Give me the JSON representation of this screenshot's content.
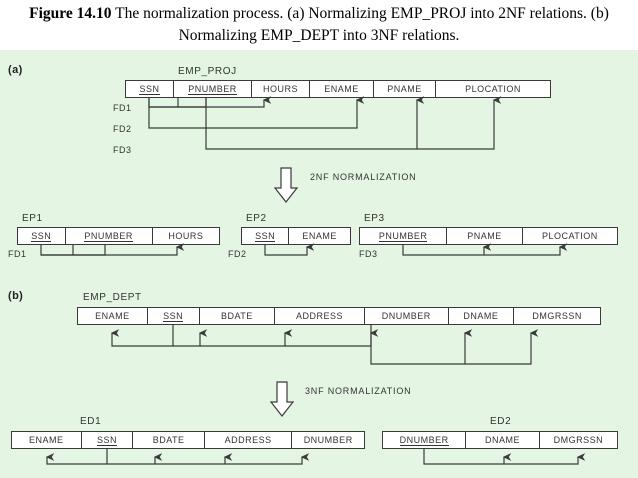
{
  "figure": {
    "number": "Figure 14.10",
    "caption": "The normalization process. (a) Normalizing EMP_PROJ into 2NF relations. (b) Normalizing EMP_DEPT into 3NF relations."
  },
  "colors": {
    "panel_background": "#e4f5e4",
    "line": "#3a3a3a",
    "text": "#333333"
  },
  "sections": [
    {
      "id": "a",
      "label": "(a)"
    },
    {
      "id": "b",
      "label": "(b)"
    }
  ],
  "normalization_steps": [
    {
      "id": "step2nf",
      "label": "2NF NORMALIZATION"
    },
    {
      "id": "step3nf",
      "label": "3NF NORMALIZATION"
    }
  ],
  "relations": {
    "emp_proj": {
      "name": "EMP_PROJ",
      "columns": [
        "SSN",
        "PNUMBER",
        "HOURS",
        "ENAME",
        "PNAME",
        "PLOCATION"
      ],
      "primary_key": [
        "SSN",
        "PNUMBER"
      ]
    },
    "ep1": {
      "name": "EP1",
      "columns": [
        "SSN",
        "PNUMBER",
        "HOURS"
      ],
      "primary_key": [
        "SSN",
        "PNUMBER"
      ]
    },
    "ep2": {
      "name": "EP2",
      "columns": [
        "SSN",
        "ENAME"
      ],
      "primary_key": [
        "SSN"
      ]
    },
    "ep3": {
      "name": "EP3",
      "columns": [
        "PNUMBER",
        "PNAME",
        "PLOCATION"
      ],
      "primary_key": [
        "PNUMBER"
      ]
    },
    "emp_dept": {
      "name": "EMP_DEPT",
      "columns": [
        "ENAME",
        "SSN",
        "BDATE",
        "ADDRESS",
        "DNUMBER",
        "DNAME",
        "DMGRSSN"
      ],
      "primary_key": [
        "SSN"
      ]
    },
    "ed1": {
      "name": "ED1",
      "columns": [
        "ENAME",
        "SSN",
        "BDATE",
        "ADDRESS",
        "DNUMBER"
      ],
      "primary_key": [
        "SSN"
      ]
    },
    "ed2": {
      "name": "ED2",
      "columns": [
        "DNUMBER",
        "DNAME",
        "DMGRSSN"
      ],
      "primary_key": [
        "DNUMBER"
      ]
    }
  },
  "dependency_labels": {
    "emp_proj": [
      "FD1",
      "FD2",
      "FD3"
    ],
    "ep1": [
      "FD1"
    ],
    "ep2": [
      "FD2"
    ],
    "ep3": [
      "FD3"
    ]
  }
}
